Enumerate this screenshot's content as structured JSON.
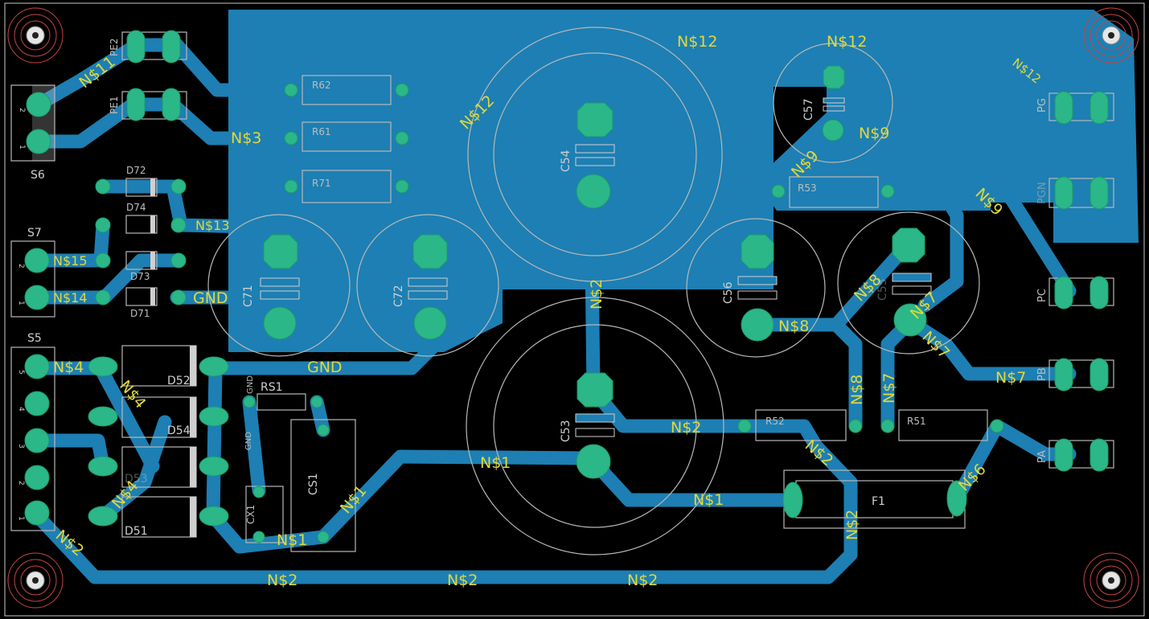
{
  "colors": {
    "background": "#000000",
    "copper": "#1d7fb3",
    "pad": "#2bb788",
    "silkscreen": "#c8c8c8",
    "net_label": "#e2d83a",
    "outline": "#b8b8b8"
  },
  "board": {
    "components": [
      "S6",
      "S7",
      "S5",
      "D72",
      "D74",
      "D73",
      "D71",
      "D52",
      "D54",
      "D53",
      "D51",
      "R62",
      "R61",
      "R71",
      "R53",
      "R52",
      "R51",
      "RS1",
      "C71",
      "C72",
      "C54",
      "C53",
      "C56",
      "C55",
      "C57",
      "CS1",
      "CX1",
      "F1",
      "PE2",
      "PE1",
      "PG",
      "PGN",
      "PC",
      "PB",
      "PA"
    ],
    "nets": [
      "N$1",
      "N$2",
      "N$3",
      "N$4",
      "N$6",
      "N$7",
      "N$8",
      "N$9",
      "N$11",
      "N$12",
      "N$13",
      "N$14",
      "N$15",
      "GND"
    ],
    "connector_pins": [
      "1",
      "2",
      "3",
      "4",
      "5"
    ]
  }
}
